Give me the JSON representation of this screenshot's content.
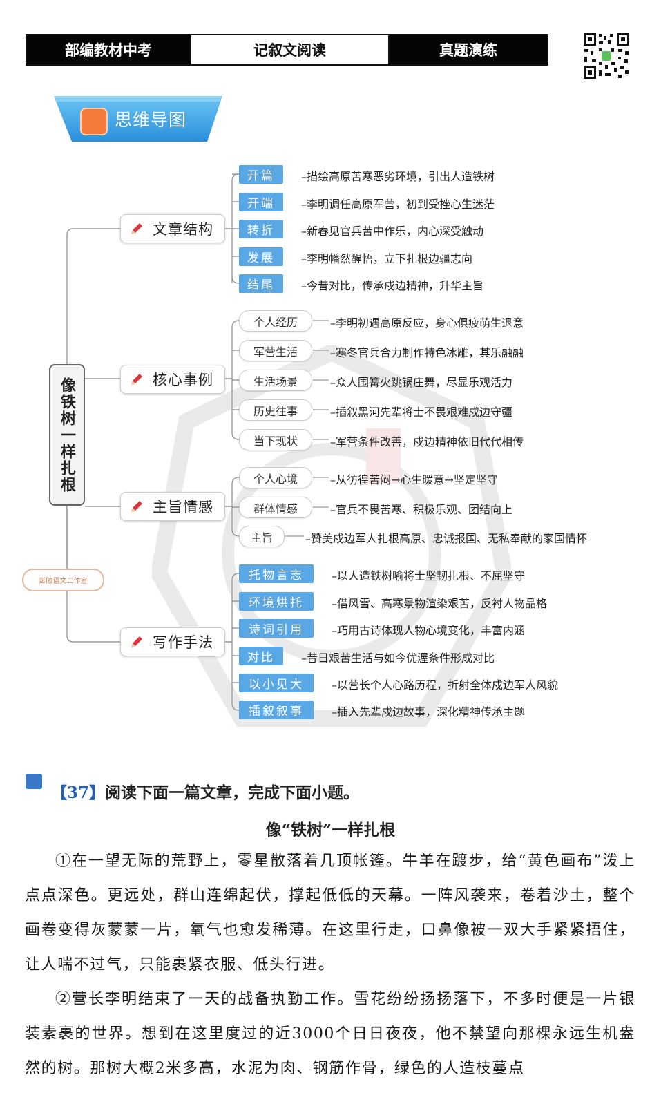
{
  "header": {
    "cell1": "部编教材中考",
    "cell2": "记叙文阅读",
    "cell3": "真题演练"
  },
  "banner": {
    "title": "思维导图"
  },
  "mindmap": {
    "root": "像铁树一样扎根",
    "studio_label": "彭陂语文工作室",
    "structure": {
      "label": "文章结构",
      "items": [
        {
          "tag": "开篇",
          "text": "–描绘高原苦寒恶劣环境，引出人造铁树"
        },
        {
          "tag": "开端",
          "text": "–李明调任高原军营，初到受挫心生迷茫"
        },
        {
          "tag": "转折",
          "text": "–新春见官兵苦中作乐，内心深受触动"
        },
        {
          "tag": "发展",
          "text": "–李明幡然醒悟，立下扎根边疆志向"
        },
        {
          "tag": "结尾",
          "text": "–今昔对比，传承戍边精神，升华主旨"
        }
      ]
    },
    "events": {
      "label": "核心事例",
      "items": [
        {
          "tag": "个人经历",
          "text": "–李明初遇高原反应，身心俱疲萌生退意"
        },
        {
          "tag": "军营生活",
          "text": "–寒冬官兵合力制作特色冰雕，其乐融融"
        },
        {
          "tag": "生活场景",
          "text": "–众人围篝火跳锅庄舞，尽显乐观活力"
        },
        {
          "tag": "历史往事",
          "text": "–插叙黑河先辈将士不畏艰难戍边守疆"
        },
        {
          "tag": "当下现状",
          "text": "–军营条件改善，戍边精神依旧代代相传"
        }
      ]
    },
    "theme": {
      "label": "主旨情感",
      "items": [
        {
          "tag": "个人心境",
          "text": "–从彷徨苦闷→心生暖意→坚定坚守"
        },
        {
          "tag": "群体情感",
          "text": "–官兵不畏苦寒、积极乐观、团结向上"
        },
        {
          "tag": "主旨",
          "text": "–赞美戍边军人扎根高原、忠诚报国、无私奉献的家国情怀"
        }
      ]
    },
    "techniques": {
      "label": "写作手法",
      "items": [
        {
          "tag": "托物言志",
          "text": "–以人造铁树喻将士坚韧扎根、不屈坚守"
        },
        {
          "tag": "环境烘托",
          "text": "–借风雪、高寒景物渲染艰苦，反衬人物品格"
        },
        {
          "tag": "诗词引用",
          "text": "–巧用古诗体现人物心境变化，丰富内涵"
        },
        {
          "tag": "对比",
          "text": "–昔日艰苦生活与如今优渥条件形成对比"
        },
        {
          "tag": "以小见大",
          "text": "–以营长个人心路历程，折射全体戍边军人风貌"
        },
        {
          "tag": "插叙叙事",
          "text": "–插入先辈戍边故事，深化精神传承主题"
        }
      ]
    }
  },
  "question": {
    "number": "【37】",
    "prompt": "阅读下面一篇文章，完成下面小题。"
  },
  "article": {
    "title": "像“铁树”一样扎根",
    "p1": "①在一望无际的荒野上，零星散落着几顶帐篷。牛羊在踱步，给“黄色画布”泼上点点深色。更远处，群山连绵起伏，撑起低低的天幕。一阵风袭来，卷着沙土，整个画卷变得灰蒙蒙一片，氧气也愈发稀薄。在这里行走，口鼻像被一双大手紧紧捂住，让人喘不过气，只能裹紧衣服、低头行进。",
    "p2": "②营长李明结束了一天的战备执勤工作。雪花纷纷扬扬落下，不多时便是一片银装素裹的世界。想到在这里度过的近3000个日日夜夜，他不禁望向那棵永远生机盎然的树。那树大概2米多高，水泥为肉、钢筋作骨，绿色的人造枝蔓点"
  },
  "colors": {
    "tag_blue": "#5aa7e6",
    "banner_blue": "#3a9ee4",
    "pen_red": "#d9363e",
    "question_blue": "#1f5fb8"
  }
}
